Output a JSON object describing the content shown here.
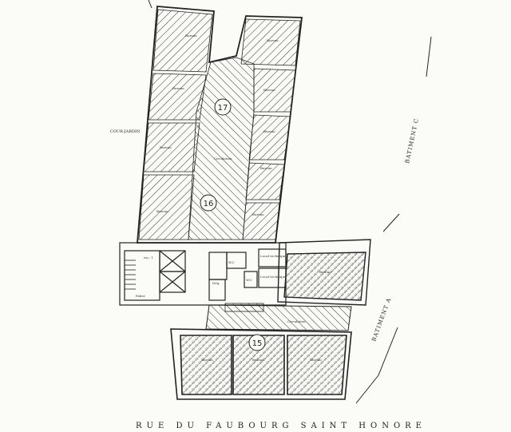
{
  "street_label": "RUE DU FAUBOURG SAINT HONORE",
  "side_labels": {
    "batiment_c": "BATIMENT C",
    "batiment_a": "BATIMENT A",
    "cour_jardin": "COUR-JARDIN"
  },
  "area_numbers": {
    "a17": "17",
    "a16": "16",
    "a15": "15"
  },
  "rooms": {
    "bureau": "Bureau",
    "circulation": "Circulation",
    "local_technique": "Local technique",
    "palier": "Palier",
    "wc": "W.C",
    "escalier_1": "esc. 1",
    "degagement": "Dég."
  },
  "colors": {
    "ink": "#222222",
    "paper": "#fbfbf8",
    "hatch": "#333333"
  }
}
